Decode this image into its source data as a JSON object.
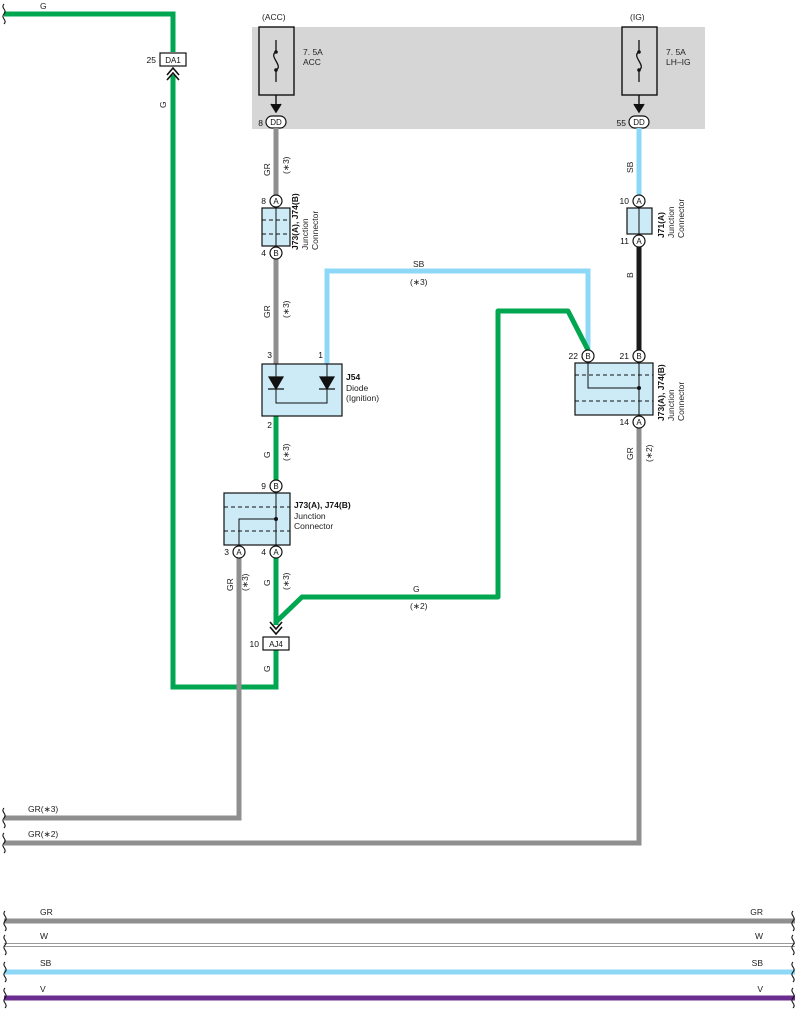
{
  "colors": {
    "G": "#00a650",
    "GR": "#8f8f8f",
    "SB": "#8dd7f7",
    "B": "#1a1a1a",
    "V": "#6b2d8f",
    "W": "#bdbdbd",
    "panel": "#d6d6d6",
    "connector_fill": "#cdeaf7"
  },
  "fuse_panel": {
    "acc": {
      "group": "(ACC)",
      "rating": "7. 5A",
      "name": "ACC",
      "pin": "8",
      "conn": "DD"
    },
    "ig": {
      "group": "(IG)",
      "rating": "7. 5A",
      "name": "LH–IG",
      "pin": "55",
      "conn": "DD"
    }
  },
  "da1": {
    "pin": "25",
    "name": "DA1"
  },
  "aj4": {
    "pin": "10",
    "name": "AJ4"
  },
  "wire_labels": {
    "top_g": "G",
    "da1_g": "G",
    "acc_gr": "GR",
    "acc_gr_note": "(∗3)",
    "j73_gr": "GR",
    "j73_gr_note": "(∗3)",
    "sb_top": "SB",
    "sb_top_note": "(∗3)",
    "ig_sb": "SB",
    "j71_b": "B",
    "j54_g": "G",
    "j54_g_note": "(∗3)",
    "jc2_gr": "GR",
    "jc2_gr_note": "(∗3)",
    "jc2_g": "G",
    "jc2_g_note": "(∗3)",
    "g_route": "G",
    "g_route_note": "(∗2)",
    "jc3_gr": "GR",
    "jc3_gr_note": "(∗2)",
    "aj4_g": "G",
    "gr3_out": "GR(∗3)",
    "gr2_out": "GR(∗2)"
  },
  "connectors": {
    "jc1": {
      "title": "J73(A), J74(B)",
      "sub1": "Junction",
      "sub2": "Connector",
      "pin_top": "8",
      "pin_top_letter": "A",
      "pin_bot": "4",
      "pin_bot_letter": "B"
    },
    "j71": {
      "title": "J71(A)",
      "sub1": "Junction",
      "sub2": "Connector",
      "pin_top": "10",
      "pin_top_letter": "A",
      "pin_bot": "11",
      "pin_bot_letter": "A"
    },
    "j54": {
      "title": "J54",
      "sub1": "Diode",
      "sub2": "(Ignition)",
      "pin_3": "3",
      "pin_1": "1",
      "pin_2": "2"
    },
    "jc2": {
      "title": "J73(A), J74(B)",
      "sub1": "Junction",
      "sub2": "Connector",
      "pin_top": "9",
      "pin_top_letter": "B",
      "pin_l": "3",
      "pin_l_letter": "A",
      "pin_r": "4",
      "pin_r_letter": "A"
    },
    "jc3": {
      "title": "J73(A), J74(B)",
      "sub1": "Junction",
      "sub2": "Connector",
      "pin_l": "22",
      "pin_l_letter": "B",
      "pin_r": "21",
      "pin_r_letter": "B",
      "pin_bot": "14",
      "pin_bot_letter": "A"
    }
  },
  "bus": [
    {
      "code": "GR",
      "color": "GR"
    },
    {
      "code": "W",
      "color": "W"
    },
    {
      "code": "SB",
      "color": "SB"
    },
    {
      "code": "V",
      "color": "V"
    }
  ]
}
